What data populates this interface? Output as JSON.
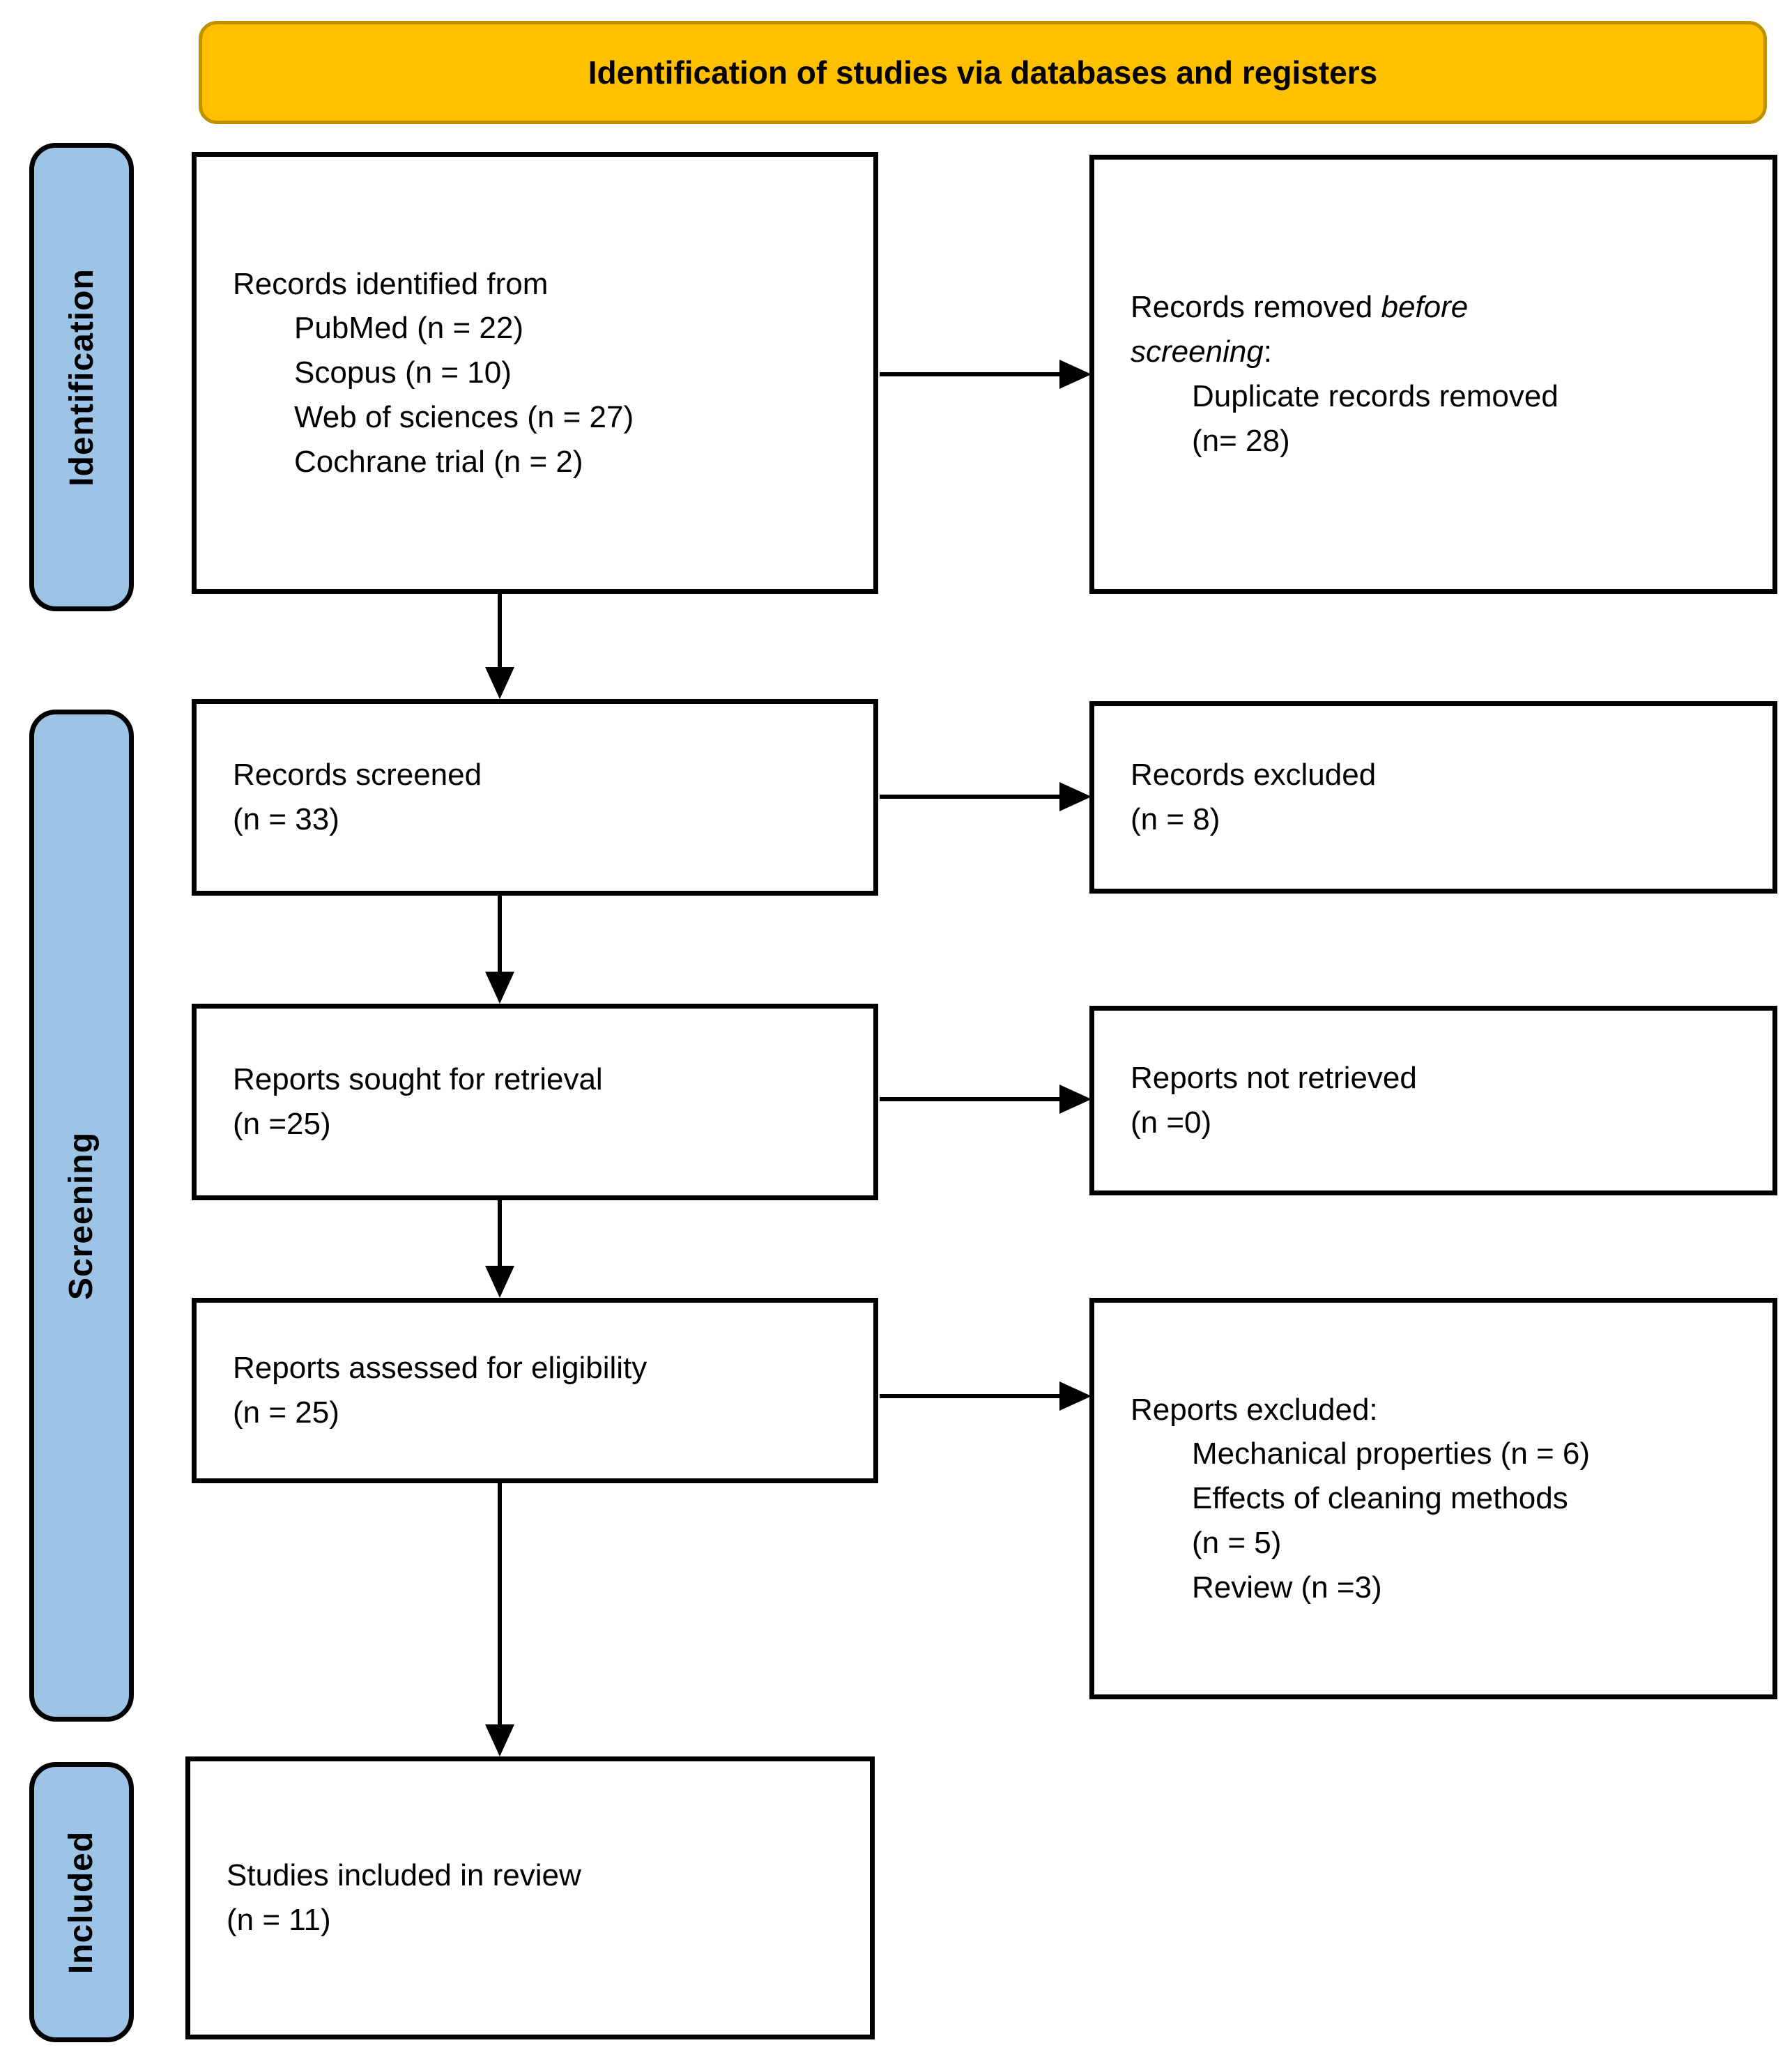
{
  "header": {
    "title": "Identification of studies via databases and registers"
  },
  "stages": {
    "identification": {
      "label": "Identification"
    },
    "screening": {
      "label": "Screening"
    },
    "included": {
      "label": "Included"
    }
  },
  "boxes": {
    "records_identified": {
      "title": "Records identified from",
      "items": [
        "PubMed (n = 22)",
        "Scopus (n = 10)",
        "Web of sciences (n = 27)",
        "Cochrane trial (n = 2)"
      ]
    },
    "records_removed": {
      "line1_normal": "Records removed ",
      "line1_italic": "before",
      "line2_italic": "screening",
      "line2_normal": ":",
      "items": [
        "Duplicate records removed",
        "(n= 28)"
      ]
    },
    "records_screened": {
      "line1": "Records screened",
      "line2": "(n = 33)"
    },
    "records_excluded": {
      "line1": "Records excluded",
      "line2": "(n = 8)"
    },
    "reports_sought": {
      "line1": "Reports sought for retrieval",
      "line2": "(n =25)"
    },
    "reports_not_retrieved": {
      "line1": "Reports not retrieved",
      "line2": "(n =0)"
    },
    "reports_assessed": {
      "line1": "Reports assessed for eligibility",
      "line2": "(n = 25)"
    },
    "reports_excluded": {
      "title": "Reports excluded:",
      "items": [
        "Mechanical properties (n = 6)",
        "Effects of cleaning methods",
        "(n = 5)",
        "Review (n =3)"
      ]
    },
    "studies_included": {
      "line1": "Studies included in review",
      "line2": "(n = 11)"
    }
  },
  "colors": {
    "banner_fill": "#FFC000",
    "banner_border": "#BF9000",
    "stage_fill": "#9DC3E6",
    "box_border": "#000000",
    "arrow_color": "#000000"
  }
}
